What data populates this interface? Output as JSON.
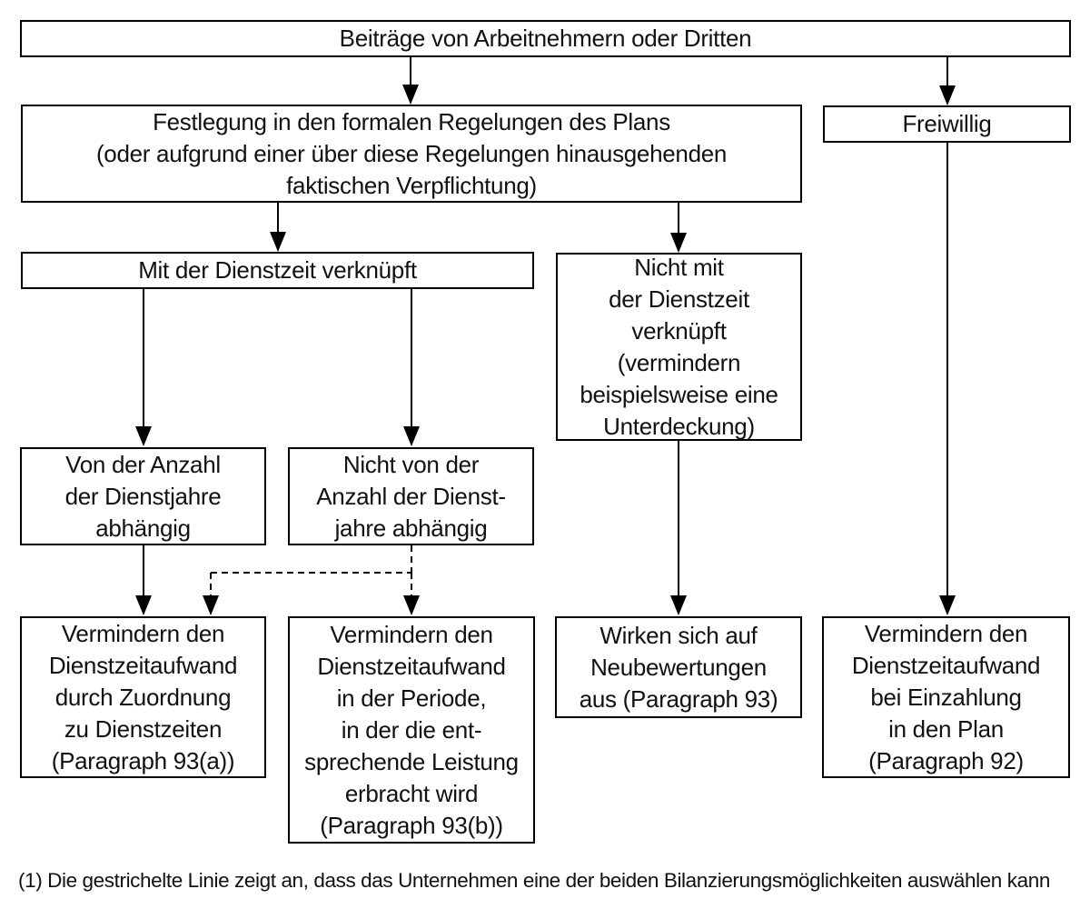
{
  "diagram": {
    "title_node": {
      "label": "Beiträge von Arbeitnehmern oder Dritten"
    },
    "formal": {
      "lines": [
        "Festlegung in den formalen Regelungen des Plans",
        "(oder aufgrund einer über diese Regelungen hinausgehenden",
        "faktischen Verpflichtung)"
      ]
    },
    "voluntary": {
      "label": "Freiwillig"
    },
    "linked_to_service": {
      "label": "Mit der Dienstzeit verknüpft"
    },
    "not_linked_to_service": {
      "lines": [
        "Nicht mit",
        "der Dienstzeit",
        "verknüpft",
        "(vermindern",
        "beispielsweise eine",
        "Unterdeckung)"
      ]
    },
    "dependent_on_years": {
      "lines": [
        "Von der Anzahl",
        "der Dienstjahre",
        "abhängig"
      ]
    },
    "independent_of_years": {
      "lines": [
        "Nicht von der",
        "Anzahl der Dienst-",
        "jahre abhängig"
      ]
    },
    "outcome_93a": {
      "lines": [
        "Vermindern den",
        "Dienstzeitaufwand",
        "durch Zuordnung",
        "zu Dienstzeiten",
        "(Paragraph 93(a))"
      ]
    },
    "outcome_93b": {
      "lines": [
        "Vermindern den",
        "Dienstzeitaufwand",
        "in der Periode,",
        "in der die ent-",
        "sprechende Leistung",
        "erbracht wird",
        "(Paragraph 93(b))"
      ]
    },
    "outcome_93": {
      "lines": [
        "Wirken sich auf",
        "Neubewertungen",
        "aus (Paragraph 93)"
      ]
    },
    "outcome_92": {
      "lines": [
        "Vermindern den",
        "Dienstzeitaufwand",
        "bei Einzahlung",
        "in den Plan",
        "(Paragraph 92)"
      ]
    },
    "footnote": "(1) Die gestrichelte Linie zeigt an, dass das Unternehmen eine der beiden Bilanzierungsmöglichkeiten auswählen kann",
    "colors": {
      "line": "#000000",
      "background": "#ffffff",
      "text": "#111111"
    }
  }
}
